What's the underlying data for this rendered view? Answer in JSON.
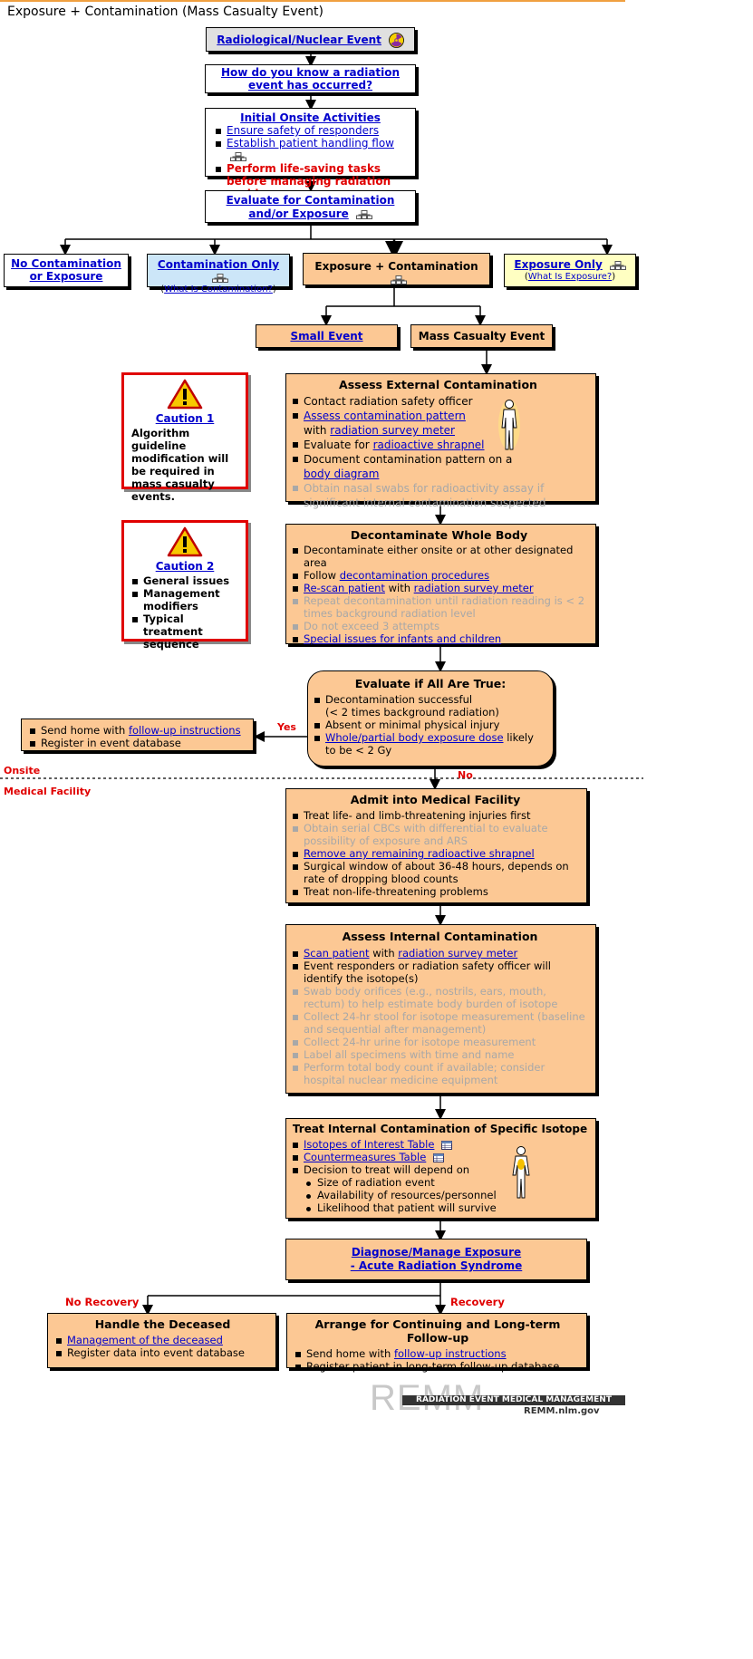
{
  "page": {
    "title": "Exposure + Contamination (Mass Casualty Event)"
  },
  "nodes": {
    "radnuc": "Radiological/Nuclear Event",
    "how_know": "How do you know a radiation event has occurred?",
    "initial": {
      "title": "Initial Onsite Activities",
      "items": [
        "Ensure safety of responders",
        "Establish patient handling flow"
      ],
      "warning": "Perform life-saving tasks before managing radiation problems"
    },
    "evaluate": "Evaluate for Contamination and/or Exposure",
    "no_contam": "No Contamination or Exposure",
    "contam_only": {
      "label": "Contamination Only",
      "sub": "What Is Contamination?"
    },
    "exp_contam": "Exposure + Contamination",
    "exposure_only": {
      "label": "Exposure Only",
      "sub": "What Is Exposure?"
    },
    "small_event": "Small Event",
    "mass_event": "Mass Casualty Event",
    "assess_ext": {
      "title": "Assess External Contamination",
      "i1": "Contact radiation safety officer",
      "i2_link": "Assess contamination pattern",
      "i2_with": "with",
      "i2_link2": "radiation survey meter",
      "i3_pre": "Evaluate for",
      "i3_link": "radioactive shrapnel",
      "i4_pre": "Document contamination pattern on a",
      "i4_link": "body diagram",
      "i5": "Obtain nasal swabs for radioactivity assay if significant internal contamination suspected"
    },
    "decon": {
      "title": "Decontaminate Whole Body",
      "i1": "Decontaminate either onsite or at other designated area",
      "i2_pre": "Follow",
      "i2_link": "decontamination procedures",
      "i3_link": "Re-scan patient",
      "i3_with": "with",
      "i3_link2": "radiation survey meter",
      "i4": "Repeat decontamination until radiation reading is < 2 times background radiation level",
      "i5": "Do not exceed 3 attempts",
      "i6_link": "Special issues for infants and children"
    },
    "eval_true": {
      "title": "Evaluate if All Are True:",
      "i1": "Decontamination successful",
      "i1b": "(< 2 times background radiation)",
      "i2": "Absent or minimal physical injury",
      "i3_link": "Whole/partial body exposure dose",
      "i3_post": "likely to be < 2 Gy"
    },
    "send_home": {
      "i1_pre": "Send home with",
      "i1_link": "follow-up instructions",
      "i2": "Register in event database"
    },
    "admit": {
      "title": "Admit into Medical Facility",
      "i1": "Treat life- and limb-threatening injuries first",
      "i2": "Obtain serial CBCs with differential to evaluate possibility of exposure and ARS",
      "i3_link": "Remove any remaining radioactive shrapnel",
      "i4": "Surgical window of about 36-48 hours, depends on rate of dropping blood counts",
      "i5": "Treat non-life-threatening problems"
    },
    "assess_int": {
      "title": "Assess Internal Contamination",
      "i1_link": "Scan patient",
      "i1_with": "with",
      "i1_link2": "radiation survey meter",
      "i2": "Event responders or radiation safety officer will identify the isotope(s)",
      "i3": "Swab body orifices (e.g., nostrils, ears, mouth, rectum) to help estimate body burden of isotope",
      "i4": "Collect 24-hr stool for isotope measurement (baseline and sequential after management)",
      "i5": "Collect 24-hr urine for isotope measurement",
      "i6": "Label all specimens with time and name",
      "i7": "Perform total body count if available; consider hospital nuclear medicine equipment"
    },
    "treat_int": {
      "title": "Treat Internal Contamination of Specific Isotope",
      "i1_link": "Isotopes of Interest Table",
      "i2_link": "Countermeasures Table",
      "i3": "Decision to treat will depend on",
      "sub": [
        "Size of radiation event",
        "Availability of resources/personnel",
        "Likelihood that patient will survive"
      ]
    },
    "diagnose": "Diagnose/Manage Exposure - Acute Radiation Syndrome",
    "deceased": {
      "title": "Handle the Deceased",
      "i1_link": "Management of the deceased",
      "i2": "Register data into event database"
    },
    "followup": {
      "title": "Arrange for Continuing and Long-term Follow-up",
      "i1_pre": "Send home with",
      "i1_link": "follow-up instructions",
      "i2": "Register patient in long-term follow-up database"
    }
  },
  "cautions": {
    "c1": {
      "label": "Caution 1",
      "text": "Algorithm guideline modification will be required in mass casualty events."
    },
    "c2": {
      "label": "Caution 2",
      "items": [
        "General issues",
        "Management modifiers",
        "Typical treatment sequence"
      ]
    }
  },
  "edge_labels": {
    "yes": "Yes",
    "no": "No",
    "no_recovery": "No Recovery",
    "recovery": "Recovery"
  },
  "sections": {
    "onsite": "Onsite",
    "medical": "Medical Facility"
  },
  "footer": {
    "logo": "REMM",
    "banner": "RADIATION EVENT MEDICAL MANAGEMENT",
    "url": "REMM.nlm.gov"
  },
  "colors": {
    "box_orange": "#fcc894",
    "link_blue": "#0000cc",
    "alert_red": "#e00000",
    "dim_gray": "#a8a8a8",
    "contam_blue": "#cce6f8",
    "exposure_yellow": "#ffffc2"
  }
}
